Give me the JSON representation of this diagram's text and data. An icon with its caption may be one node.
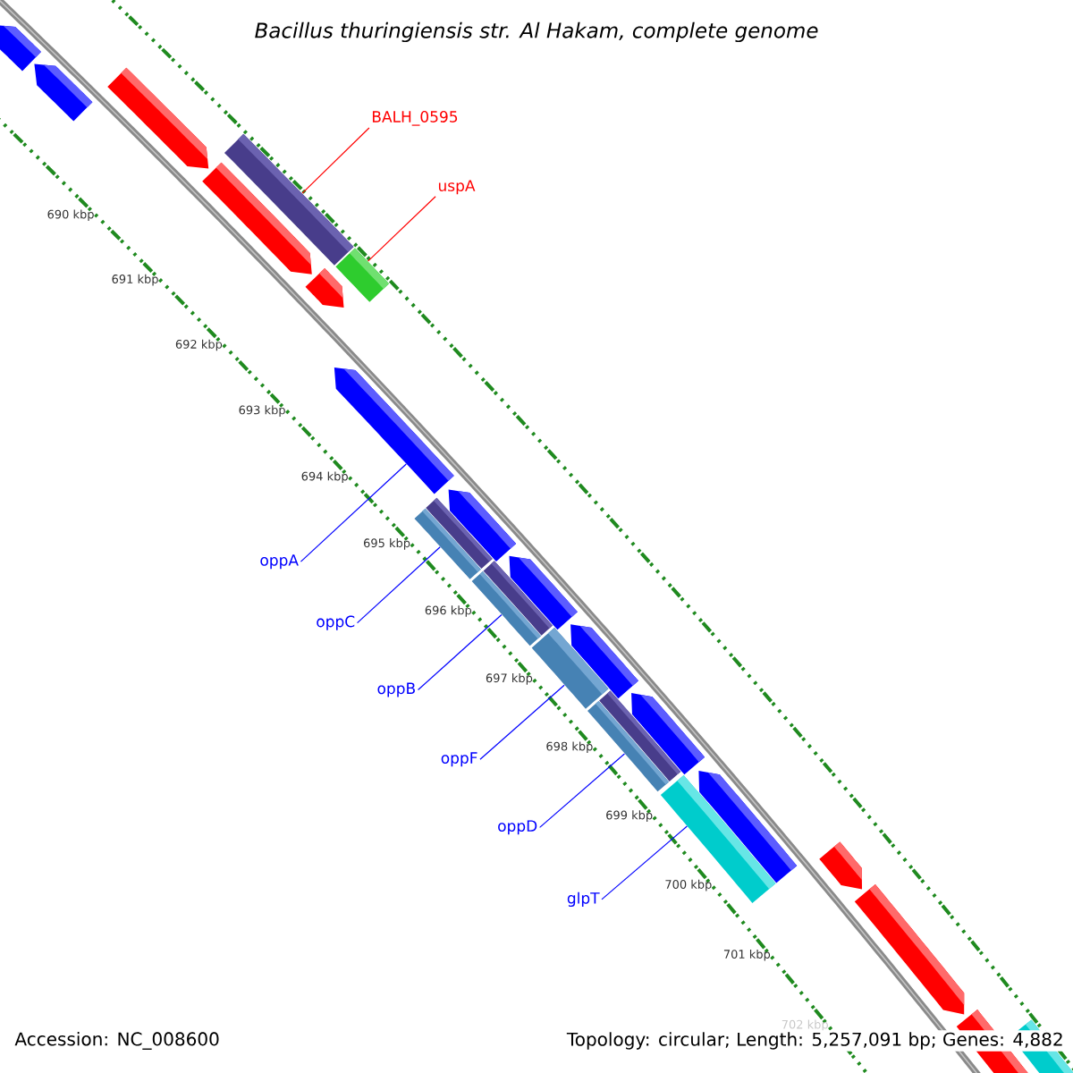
{
  "diagram": {
    "title": "Bacillus thuringiensis str. Al Hakam, complete genome",
    "nodes": [
      {
        "text": [
          "BALH_0595"
        ]
      },
      {
        "text": [
          "uspA"
        ]
      },
      {
        "text": [
          "oppA"
        ]
      },
      {
        "text": [
          "oppC"
        ]
      },
      {
        "text": [
          "oppB"
        ]
      },
      {
        "text": [
          "oppF"
        ]
      },
      {
        "text": [
          "oppD"
        ]
      },
      {
        "text": [
          "glpT"
        ]
      },
      {
        "text": [],
        "shape": "arrow"
      },
      {
        "text": [],
        "shape": "arrow"
      },
      {
        "text": [],
        "shape": "arrow"
      },
      {
        "text": [],
        "shape": "bar"
      },
      {
        "text": [],
        "shape": "arrow"
      },
      {
        "text": [],
        "shape": "bar"
      },
      {
        "text": [],
        "shape": "arrow"
      },
      {
        "text": [],
        "shape": "arrow"
      },
      {
        "text": [],
        "shape": "arrow"
      },
      {
        "text": [],
        "shape": "bar"
      },
      {
        "text": [],
        "shape": "arrow"
      },
      {
        "text": [],
        "shape": "bar"
      },
      {
        "text": [],
        "shape": "arrow"
      },
      {
        "text": [],
        "shape": "bar"
      },
      {
        "text": [],
        "shape": "arrow"
      },
      {
        "text": [],
        "shape": "bar"
      },
      {
        "text": [],
        "shape": "bar"
      },
      {
        "text": [],
        "shape": "arrow"
      },
      {
        "text": [],
        "shape": "arrow"
      },
      {
        "text": [],
        "shape": "arrow"
      },
      {
        "text": [],
        "shape": "arrow"
      },
      {
        "text": [],
        "shape": "bar"
      }
    ],
    "edges": [
      {
        "from": 0,
        "to": 11,
        "arrow": "none",
        "color": "#ff0000"
      },
      {
        "from": 1,
        "to": 13,
        "arrow": "none",
        "color": "#ff0000"
      },
      {
        "from": 2,
        "to": 15,
        "arrow": "none"
      },
      {
        "from": 3,
        "to": 17,
        "arrow": "none"
      },
      {
        "from": 4,
        "to": 19,
        "arrow": "none"
      },
      {
        "from": 5,
        "to": 21,
        "arrow": "none"
      },
      {
        "from": 6,
        "to": 23,
        "arrow": "none"
      },
      {
        "from": 7,
        "to": 24,
        "arrow": "none"
      }
    ],
    "labels": [
      "690 kbp",
      "691 kbp",
      "692 kbp",
      "693 kbp",
      "694 kbp",
      "695 kbp",
      "696 kbp",
      "697 kbp",
      "698 kbp",
      "699 kbp",
      "700 kbp",
      "701 kbp",
      "702 kbp",
      "Accession: NC_008600",
      "Topology: circular; Length: 5,257,091 bp; Genes: 4,882"
    ]
  }
}
